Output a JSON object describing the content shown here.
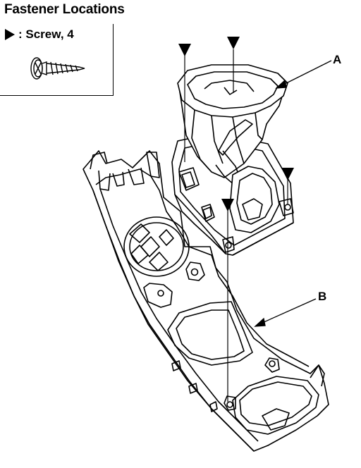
{
  "title": "Fastener Locations",
  "legend": {
    "marker_icon": "triangle-marker-icon",
    "text": ": Screw, 4",
    "screw_icon": "screw-icon"
  },
  "callouts": {
    "a": "A",
    "b": "B"
  },
  "colors": {
    "ink": "#000000",
    "paper": "#ffffff"
  }
}
